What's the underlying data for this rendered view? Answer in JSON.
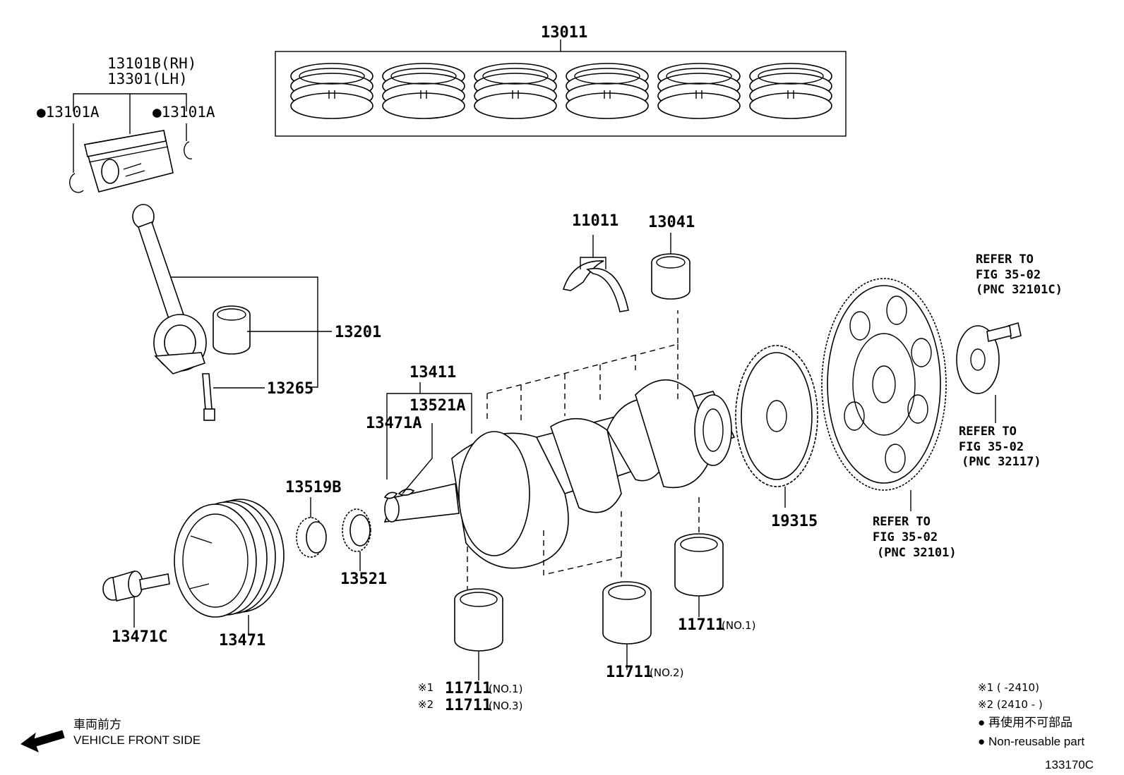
{
  "labels": {
    "p13011": "13011",
    "p13101b": "13101B(RH)",
    "p13301": "13301(LH)",
    "p13101a_left": "●13101A",
    "p13101a_right": "●13101A",
    "p11011": "11011",
    "p13041": "13041",
    "p13201": "13201",
    "p13265": "13265",
    "p13411": "13411",
    "p13521a": "13521A",
    "p13471a": "13471A",
    "p13519b": "13519B",
    "p13521": "13521",
    "p13471c": "13471C",
    "p13471": "13471",
    "p19315": "19315",
    "p11711_no1_right_num": "11711",
    "p11711_no1_right_suffix": "(NO.1)",
    "p11711_no2_num": "11711",
    "p11711_no2_suffix": "(NO.2)",
    "p11711_left_1_mark": "※1",
    "p11711_left_1_num": "11711",
    "p11711_left_1_suffix": "(NO.1)",
    "p11711_left_2_mark": "※2",
    "p11711_left_2_num": "11711",
    "p11711_left_2_suffix": "(NO.3)"
  },
  "refs": {
    "ref_32101c": [
      "REFER TO",
      "FIG 35-02",
      "(PNC 32101C)"
    ],
    "ref_32117": [
      "REFER TO",
      "FIG 35-02",
      "(PNC 32117)"
    ],
    "ref_32101": [
      "REFER TO",
      "FIG 35-02",
      "(PNC 32101)"
    ]
  },
  "direction": {
    "jp": "車両前方",
    "en": "VEHICLE FRONT SIDE"
  },
  "legend": {
    "note1": "※1 (      -2410)",
    "note2": "※2 (2410 -      )",
    "nonreusable_jp": "● 再使用不可部品",
    "nonreusable_en": "● Non-reusable part"
  },
  "figure_code": "133170C"
}
